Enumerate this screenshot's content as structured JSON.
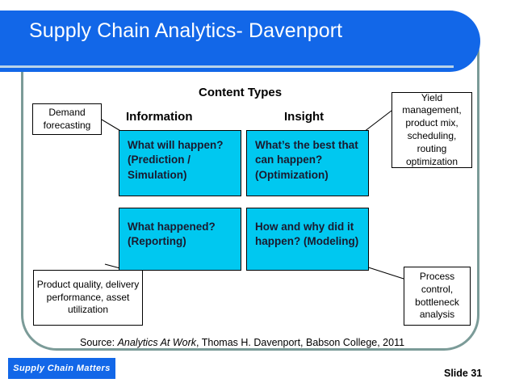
{
  "slide": {
    "title": "Supply Chain Analytics- Davenport",
    "matrix_heading": "Content Types",
    "columns": [
      {
        "label": "Information"
      },
      {
        "label": "Insight"
      }
    ],
    "cells": [
      {
        "id": "prediction",
        "text": "What will happen? (Prediction / Simulation)"
      },
      {
        "id": "optimization",
        "text": "What’s the best that can happen? (Optimization)"
      },
      {
        "id": "reporting",
        "text": "What happened? (Reporting)"
      },
      {
        "id": "modeling",
        "text": "How and why did it happen? (Modeling)"
      }
    ],
    "callouts": [
      {
        "id": "demand-forecasting",
        "text": "Demand forecasting"
      },
      {
        "id": "yield-management",
        "text": "Yield management, product mix, scheduling, routing optimization"
      },
      {
        "id": "product-quality",
        "text": "Product quality, delivery performance, asset utilization"
      },
      {
        "id": "process-control",
        "text": "Process control, bottleneck analysis"
      }
    ],
    "source": {
      "prefix": "Source: ",
      "work_title": "Analytics At Work",
      "suffix": ", Thomas H. Davenport, Babson College, 2011"
    },
    "footer": {
      "logo_text": "Supply Chain Matters",
      "slide_number": "Slide 31"
    },
    "colors": {
      "banner_blue": "#1267E8",
      "cell_cyan": "#00C8F0",
      "frame_sage": "#7B9B98",
      "banner_rule": "#B9D3E9"
    }
  }
}
